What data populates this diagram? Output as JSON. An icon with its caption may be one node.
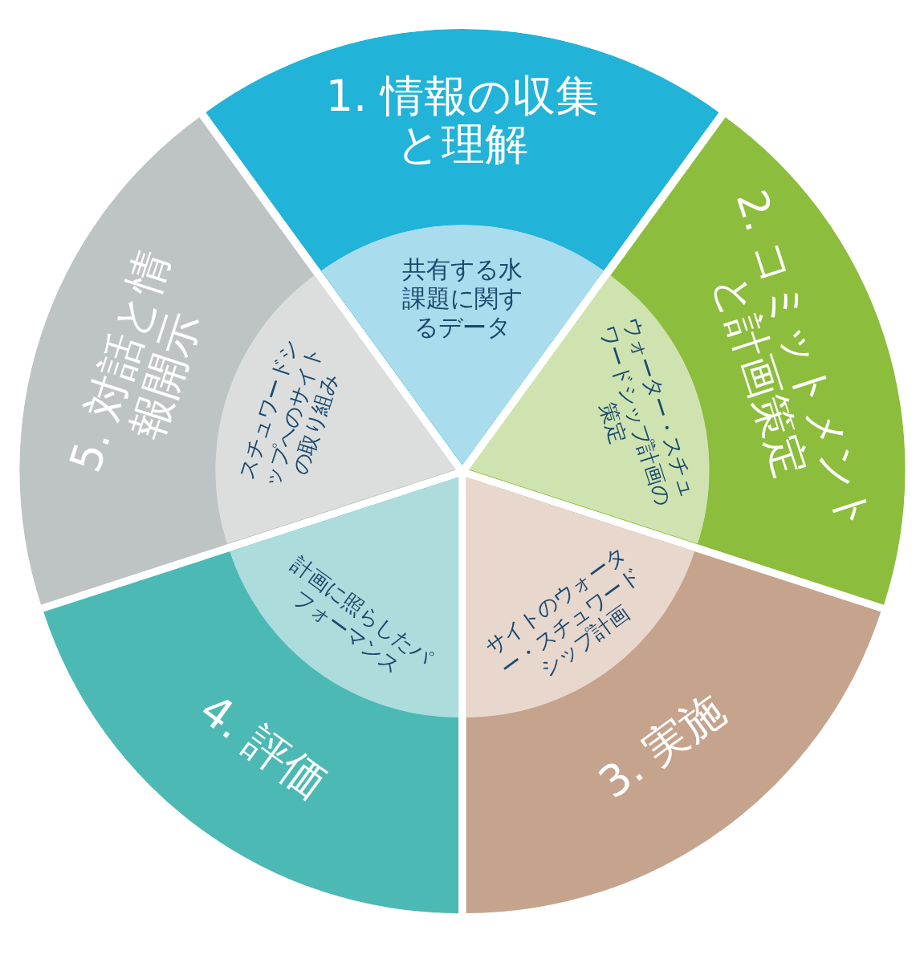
{
  "diagram": {
    "nodes": [
      {
        "text": [
          "1. 情報の収集と理解"
        ]
      },
      {
        "text": [
          "共有する水課題に関するデータ"
        ],
        "in": 0
      },
      {
        "text": [
          "2. コミットメントと計画策定"
        ]
      },
      {
        "text": [
          "ウォーター・スチュワードシップ計画の策定"
        ],
        "in": 2
      },
      {
        "text": [
          "3. 実施"
        ]
      },
      {
        "text": [
          "サイトのウォーター・スチュワードシップ計画"
        ],
        "in": 4
      },
      {
        "text": [
          "4. 評価"
        ]
      },
      {
        "text": [
          "計画に照らしたパフォーマンス"
        ],
        "in": 6
      },
      {
        "text": [
          "5. 対話と情報開示"
        ]
      },
      {
        "text": [
          "スチュワードシップへのサイトの取り組み"
        ],
        "in": 8
      }
    ]
  }
}
